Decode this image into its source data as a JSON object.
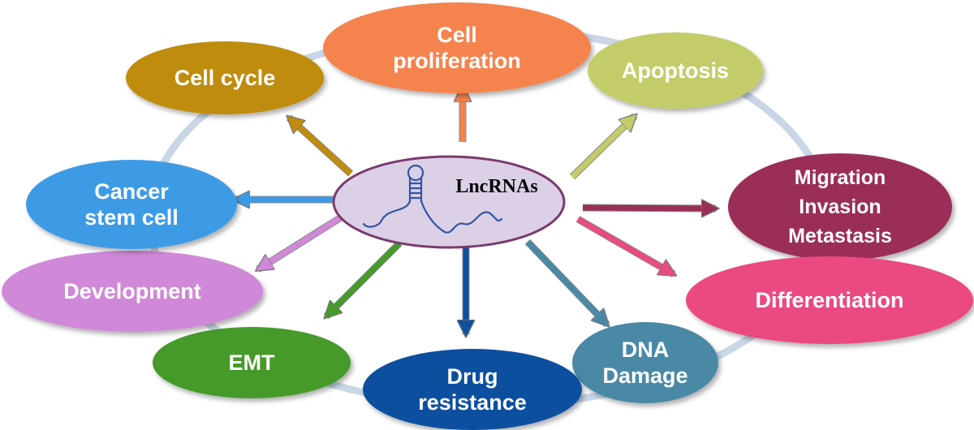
{
  "center": {
    "label": "LncRNAs",
    "fill": "#dcd0e6",
    "stroke": "#7a3a6e",
    "hairpin_color": "#2f55a4",
    "hairpin_icon": "rna-hairpin-icon"
  },
  "ring": {
    "color": "#c9d6e6"
  },
  "nodes": [
    {
      "id": "cell-proliferation",
      "lines": [
        "Cell",
        "proliferation"
      ],
      "color": "#f5834d",
      "arrow_color": "#f5834d"
    },
    {
      "id": "apoptosis",
      "lines": [
        "Apoptosis"
      ],
      "color": "#c4cc6a",
      "arrow_color": "#c4cc6a"
    },
    {
      "id": "migration-invasion-metastasis",
      "lines": [
        "Migration",
        "Invasion",
        "Metastasis"
      ],
      "color": "#9a2f58",
      "arrow_color": "#9a2f58"
    },
    {
      "id": "differentiation",
      "lines": [
        "Differentiation"
      ],
      "color": "#ea4a82",
      "arrow_color": "#ea4a82"
    },
    {
      "id": "dna-damage",
      "lines": [
        "DNA",
        "Damage"
      ],
      "color": "#4889a6",
      "arrow_color": "#4889a6"
    },
    {
      "id": "drug-resistance",
      "lines": [
        "Drug",
        "resistance"
      ],
      "color": "#0e4f9f",
      "arrow_color": "#0e4f9f"
    },
    {
      "id": "emt",
      "lines": [
        "EMT"
      ],
      "color": "#449a2a",
      "arrow_color": "#449a2a"
    },
    {
      "id": "development",
      "lines": [
        "Development"
      ],
      "color": "#d088d8",
      "arrow_color": "#d088d8"
    },
    {
      "id": "cancer-stem-cell",
      "lines": [
        "Cancer",
        "stem cell"
      ],
      "color": "#3d9be6",
      "arrow_color": "#3d9be6"
    },
    {
      "id": "cell-cycle",
      "lines": [
        "Cell cycle"
      ],
      "color": "#bf8c0c",
      "arrow_color": "#bf8c0c"
    }
  ]
}
